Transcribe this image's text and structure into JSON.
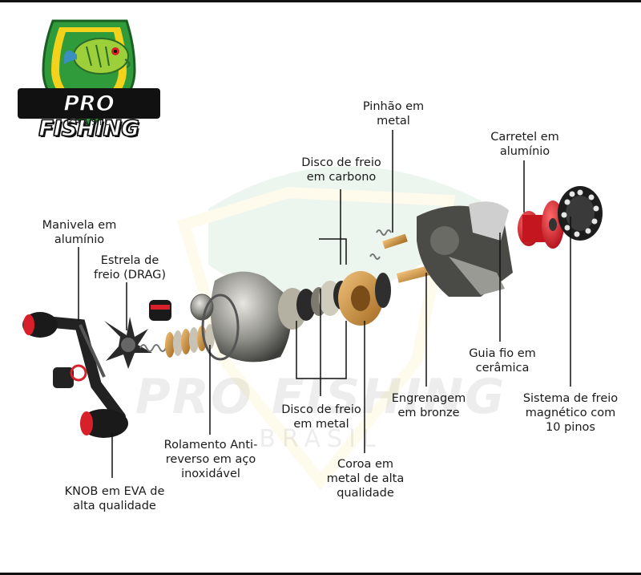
{
  "logo": {
    "main": "PRO FISHING",
    "sub": "BRASIL"
  },
  "watermark": {
    "main": "PRO FISHING",
    "sub": "BRASIL"
  },
  "labels": {
    "pinhao": "Pinhão em metal",
    "carretel": "Carretel em alumínio",
    "disco_carbono": "Disco de freio em carbono",
    "manivela": "Manivela em alumínio",
    "estrela": "Estrela de freio (DRAG)",
    "guia_fio": "Guia fio em cerâmica",
    "sistema_freio": "Sistema de freio magnético com 10 pinos",
    "engrenagem": "Engrenagem em bronze",
    "disco_metal": "Disco de freio em metal",
    "rolamento": "Rolamento Anti-reverso em aço inoxidável",
    "coroa": "Coroa em metal de alta qualidade",
    "knob": "KNOB em EVA de alta qualidade"
  },
  "colors": {
    "accent_red": "#d8202a",
    "shield_green": "#2f9b3a",
    "shield_yellow": "#f3d21c",
    "bronze": "#c88a3a",
    "metal": "#8c8c8c"
  }
}
